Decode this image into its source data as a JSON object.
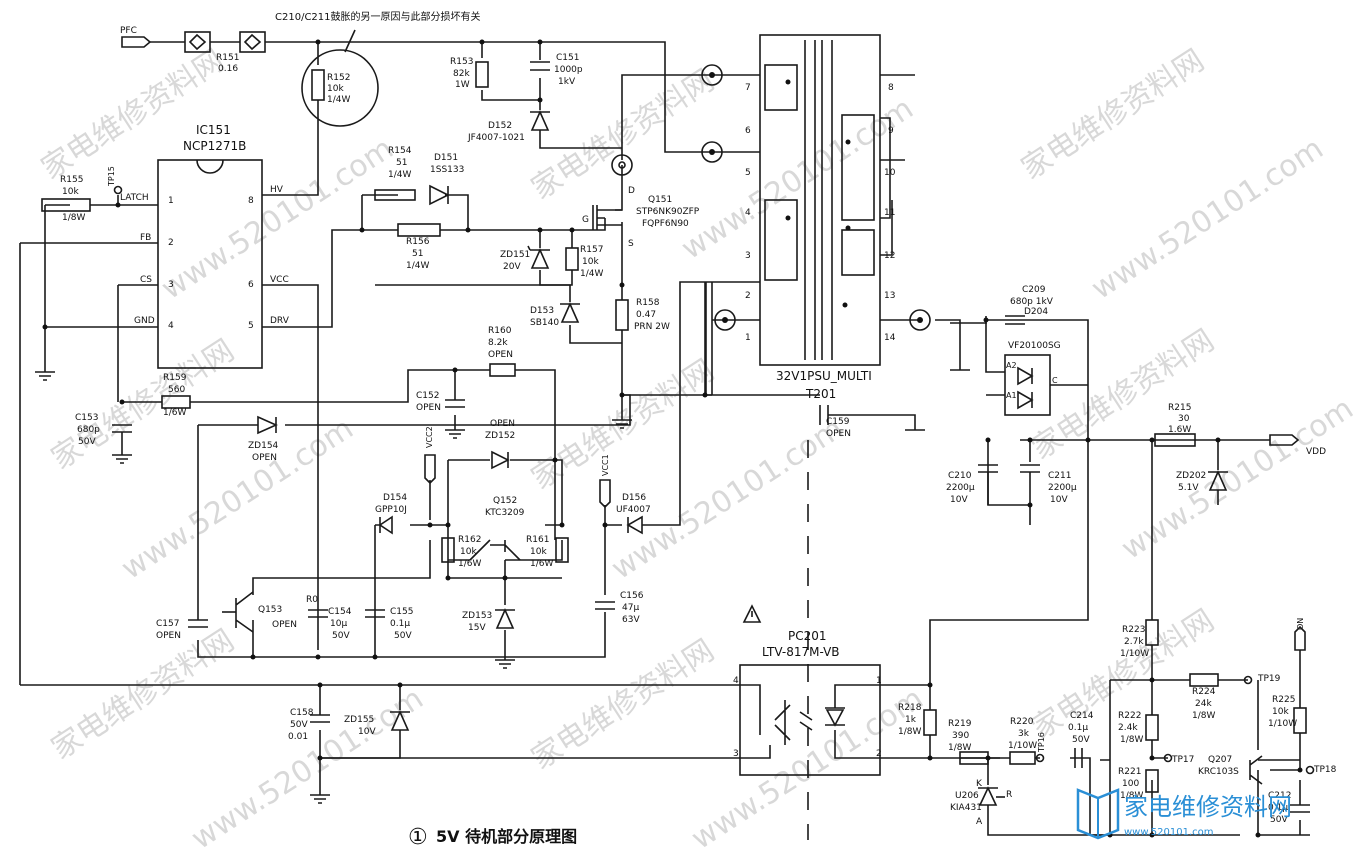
{
  "diagram": {
    "caption_marker": "①",
    "caption": "5V 待机部分原理图",
    "note": "C210/C211鼓胀的另一原因与此部分损坏有关",
    "nets": {
      "pfc": "PFC",
      "vdd": "VDD",
      "vcc2": "VCC2",
      "vcc1": "VCC1"
    },
    "watermark": {
      "cn": "家电维修资料网",
      "url": "www.520101.com"
    },
    "logo": {
      "text": "家电维修资料网",
      "url": "www.520101.com"
    },
    "ic151": {
      "ref": "IC151",
      "part": "NCP1271B",
      "pins": {
        "p1": "1",
        "p1n": "LATCH",
        "p2": "2",
        "p2n": "FB",
        "p3": "3",
        "p3n": "CS",
        "p4": "4",
        "p4n": "GND",
        "p8": "8",
        "p8n": "HV",
        "p6": "6",
        "p6n": "VCC",
        "p5": "5",
        "p5n": "DRV"
      }
    },
    "t201": {
      "part": "32V1PSU_MULTI",
      "ref": "T201",
      "left_pins": [
        "7",
        "6",
        "5",
        "4",
        "3",
        "2",
        "1"
      ],
      "right_pins": [
        "8",
        "9",
        "10",
        "11",
        "12",
        "13",
        "14"
      ]
    },
    "pc201": {
      "ref": "PC201",
      "part": "LTV-817M-VB",
      "pins": [
        "4",
        "3",
        "1",
        "2"
      ]
    },
    "q151": {
      "ref": "Q151",
      "part1": "STP6NK90ZFP",
      "part2": "FQPF6N90",
      "g": "G",
      "d": "D",
      "s": "S"
    },
    "q152": {
      "ref": "Q152",
      "part": "KTC3209"
    },
    "q153": {
      "ref": "Q153"
    },
    "q207": {
      "ref": "Q207",
      "part": "KRC103S"
    },
    "u206": {
      "ref": "U206",
      "part": "KIA431",
      "k": "K",
      "a": "A",
      "r": "R"
    },
    "d204": {
      "ref": "D204",
      "part": "VF20100SG",
      "a1": "A1",
      "a2": "A2",
      "c": "C"
    },
    "test_points": {
      "tp15": "TP15",
      "tp16": "TP16",
      "tp17": "TP17",
      "tp18": "TP18",
      "tp19": "TP19"
    },
    "parts": {
      "r151": [
        "R151",
        "0.16"
      ],
      "r152": [
        "R152",
        "10k",
        "1/4W"
      ],
      "r153": [
        "R153",
        "82k",
        "1W"
      ],
      "c151": [
        "C151",
        "1000p",
        "1kV"
      ],
      "d152": [
        "D152",
        "JF4007-1021"
      ],
      "r154": [
        "R154",
        "51",
        "1/4W"
      ],
      "d151": [
        "D151",
        "1SS133"
      ],
      "r156": [
        "R156",
        "51",
        "1/4W"
      ],
      "zd151": [
        "ZD151",
        "20V"
      ],
      "r157": [
        "R157",
        "10k",
        "1/4W"
      ],
      "d153": [
        "D153",
        "SB140"
      ],
      "r158": [
        "R158",
        "0.47",
        "PRN 2W"
      ],
      "r155": [
        "R155",
        "10k",
        "1/8W"
      ],
      "r160": [
        "R160",
        "8.2k",
        "OPEN"
      ],
      "c152": [
        "C152",
        "OPEN"
      ],
      "r159": [
        "R159",
        "560",
        "1/6W"
      ],
      "c153": [
        "C153",
        "680p",
        "50V"
      ],
      "zd154": [
        "ZD154",
        "OPEN"
      ],
      "zd152": [
        "OPEN",
        "ZD152"
      ],
      "d154": [
        "D154",
        "GPP10J"
      ],
      "d156": [
        "D156",
        "UF4007"
      ],
      "r162": [
        "R162",
        "10k",
        "1/6W"
      ],
      "r161": [
        "R161",
        "10k",
        "1/6W"
      ],
      "zd153": [
        "ZD153",
        "15V"
      ],
      "c156": [
        "C156",
        "47μ",
        "63V"
      ],
      "c157": [
        "C157",
        "OPEN"
      ],
      "c154": [
        "R0",
        "C154",
        "10μ",
        "50V"
      ],
      "c155": [
        "C155",
        "0.1μ",
        "50V"
      ],
      "c153open": [
        "OPEN"
      ],
      "c158": [
        "C158",
        "50V",
        "0.01"
      ],
      "zd155": [
        "ZD155",
        "10V"
      ],
      "c159": [
        "C159",
        "OPEN"
      ],
      "c209": [
        "C209",
        "680p 1kV"
      ],
      "c210": [
        "C210",
        "2200μ",
        "10V"
      ],
      "c211": [
        "C211",
        "2200μ",
        "10V"
      ],
      "r215": [
        "R215",
        "30",
        "1.6W"
      ],
      "zd202": [
        "ZD202",
        "5.1V"
      ],
      "r223": [
        "R223",
        "2.7k",
        "1/10W"
      ],
      "r224": [
        "R224",
        "24k",
        "1/8W"
      ],
      "r222": [
        "R222",
        "2.4k",
        "1/8W"
      ],
      "r221": [
        "R221",
        "100",
        "1/8W"
      ],
      "r218": [
        "R218",
        "1k",
        "1/8W"
      ],
      "r219": [
        "R219",
        "390",
        "1/8W"
      ],
      "r220": [
        "R220",
        "3k",
        "1/10W"
      ],
      "c214": [
        "C214",
        "0.1μ",
        "50V"
      ],
      "r225": [
        "R225",
        "10k",
        "1/10W"
      ],
      "c212": [
        "C212",
        "0.1μ",
        "50V"
      ],
      "on": [
        "ON"
      ]
    }
  }
}
